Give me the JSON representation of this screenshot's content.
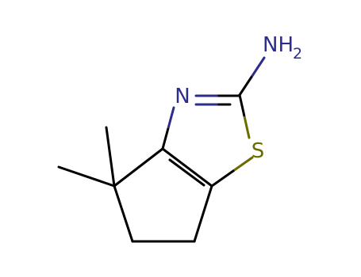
{
  "structure": {
    "atoms": {
      "nitrogen_ring": {
        "symbol": "N"
      },
      "sulfur_ring": {
        "symbol": "S"
      },
      "amine": {
        "symbol": "NH",
        "subscript": "2"
      }
    },
    "colors": {
      "bond": "#000000",
      "nitrogen": "#2c2c8c",
      "sulfur": "#6b6b00",
      "background": "#ffffff"
    }
  }
}
